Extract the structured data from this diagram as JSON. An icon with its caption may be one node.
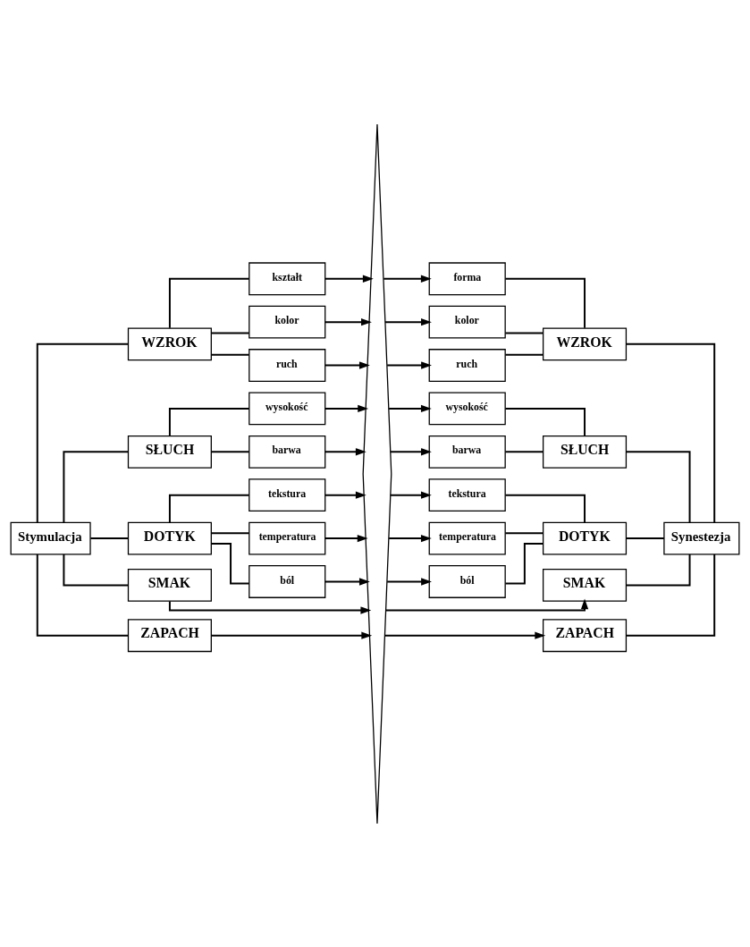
{
  "diagram": {
    "nodes": [
      {
        "text": [
          "Stymulacja"
        ]
      },
      {
        "text": [
          "WZROK"
        ]
      },
      {
        "text": [
          "kształt"
        ]
      },
      {
        "text": [
          "kolor"
        ]
      },
      {
        "text": [
          "ruch"
        ]
      },
      {
        "text": [
          "SŁUCH"
        ]
      },
      {
        "text": [
          "wysokość"
        ]
      },
      {
        "text": [
          "barwa"
        ]
      },
      {
        "text": [
          "DOTYK"
        ]
      },
      {
        "text": [
          "tekstura"
        ]
      },
      {
        "text": [
          "temperatura"
        ]
      },
      {
        "text": [
          "ból"
        ]
      },
      {
        "text": [
          "SMAK"
        ]
      },
      {
        "text": [
          "ZAPACH"
        ]
      },
      {
        "text": [
          "Synestezja"
        ]
      },
      {
        "text": [
          "WZROK"
        ]
      },
      {
        "text": [
          "forma"
        ]
      },
      {
        "text": [
          "kolor"
        ]
      },
      {
        "text": [
          "ruch"
        ]
      },
      {
        "text": [
          "SŁUCH"
        ]
      },
      {
        "text": [
          "wysokość"
        ]
      },
      {
        "text": [
          "barwa"
        ]
      },
      {
        "text": [
          "DOTYK"
        ]
      },
      {
        "text": [
          "tekstura"
        ]
      },
      {
        "text": [
          "temperatura"
        ]
      },
      {
        "text": [
          "ból"
        ]
      },
      {
        "text": [
          "SMAK"
        ]
      },
      {
        "text": [
          "ZAPACH"
        ]
      },
      {
        "text": [],
        "shape": "arrow"
      }
    ],
    "edges": [
      {
        "from": 0,
        "to": 1,
        "arrow": "none"
      },
      {
        "from": 1,
        "to": 2,
        "arrow": "none"
      },
      {
        "from": 1,
        "to": 3,
        "arrow": "none"
      },
      {
        "from": 1,
        "to": 4,
        "arrow": "none"
      },
      {
        "from": 0,
        "to": 5,
        "arrow": "none"
      },
      {
        "from": 5,
        "to": 6,
        "arrow": "none"
      },
      {
        "from": 5,
        "to": 7,
        "arrow": "none"
      },
      {
        "from": 0,
        "to": 8,
        "arrow": "none"
      },
      {
        "from": 8,
        "to": 9,
        "arrow": "none"
      },
      {
        "from": 8,
        "to": 10,
        "arrow": "none"
      },
      {
        "from": 8,
        "to": 11,
        "arrow": "none"
      },
      {
        "from": 0,
        "to": 12,
        "arrow": "none"
      },
      {
        "from": 0,
        "to": 13,
        "arrow": "none"
      },
      {
        "from": 2,
        "to": 28,
        "arrow": "to"
      },
      {
        "from": 3,
        "to": 28,
        "arrow": "to"
      },
      {
        "from": 4,
        "to": 28,
        "arrow": "to"
      },
      {
        "from": 6,
        "to": 28,
        "arrow": "to"
      },
      {
        "from": 7,
        "to": 28,
        "arrow": "to"
      },
      {
        "from": 9,
        "to": 28,
        "arrow": "to"
      },
      {
        "from": 10,
        "to": 28,
        "arrow": "to"
      },
      {
        "from": 11,
        "to": 28,
        "arrow": "to"
      },
      {
        "from": 12,
        "to": 28,
        "arrow": "to"
      },
      {
        "from": 13,
        "to": 28,
        "arrow": "to"
      },
      {
        "from": 28,
        "to": 16,
        "arrow": "to"
      },
      {
        "from": 28,
        "to": 17,
        "arrow": "to"
      },
      {
        "from": 28,
        "to": 18,
        "arrow": "to"
      },
      {
        "from": 28,
        "to": 20,
        "arrow": "to"
      },
      {
        "from": 28,
        "to": 21,
        "arrow": "to"
      },
      {
        "from": 28,
        "to": 23,
        "arrow": "to"
      },
      {
        "from": 28,
        "to": 24,
        "arrow": "to"
      },
      {
        "from": 28,
        "to": 25,
        "arrow": "to"
      },
      {
        "from": 28,
        "to": 26,
        "arrow": "to"
      },
      {
        "from": 28,
        "to": 27,
        "arrow": "to"
      },
      {
        "from": 16,
        "to": 15,
        "arrow": "none"
      },
      {
        "from": 17,
        "to": 15,
        "arrow": "none"
      },
      {
        "from": 18,
        "to": 15,
        "arrow": "none"
      },
      {
        "from": 15,
        "to": 14,
        "arrow": "none"
      },
      {
        "from": 20,
        "to": 19,
        "arrow": "none"
      },
      {
        "from": 21,
        "to": 19,
        "arrow": "none"
      },
      {
        "from": 19,
        "to": 14,
        "arrow": "none"
      },
      {
        "from": 23,
        "to": 22,
        "arrow": "none"
      },
      {
        "from": 24,
        "to": 22,
        "arrow": "none"
      },
      {
        "from": 25,
        "to": 22,
        "arrow": "none"
      },
      {
        "from": 22,
        "to": 14,
        "arrow": "none"
      },
      {
        "from": 26,
        "to": 14,
        "arrow": "none"
      },
      {
        "from": 27,
        "to": 14,
        "arrow": "none"
      }
    ]
  }
}
